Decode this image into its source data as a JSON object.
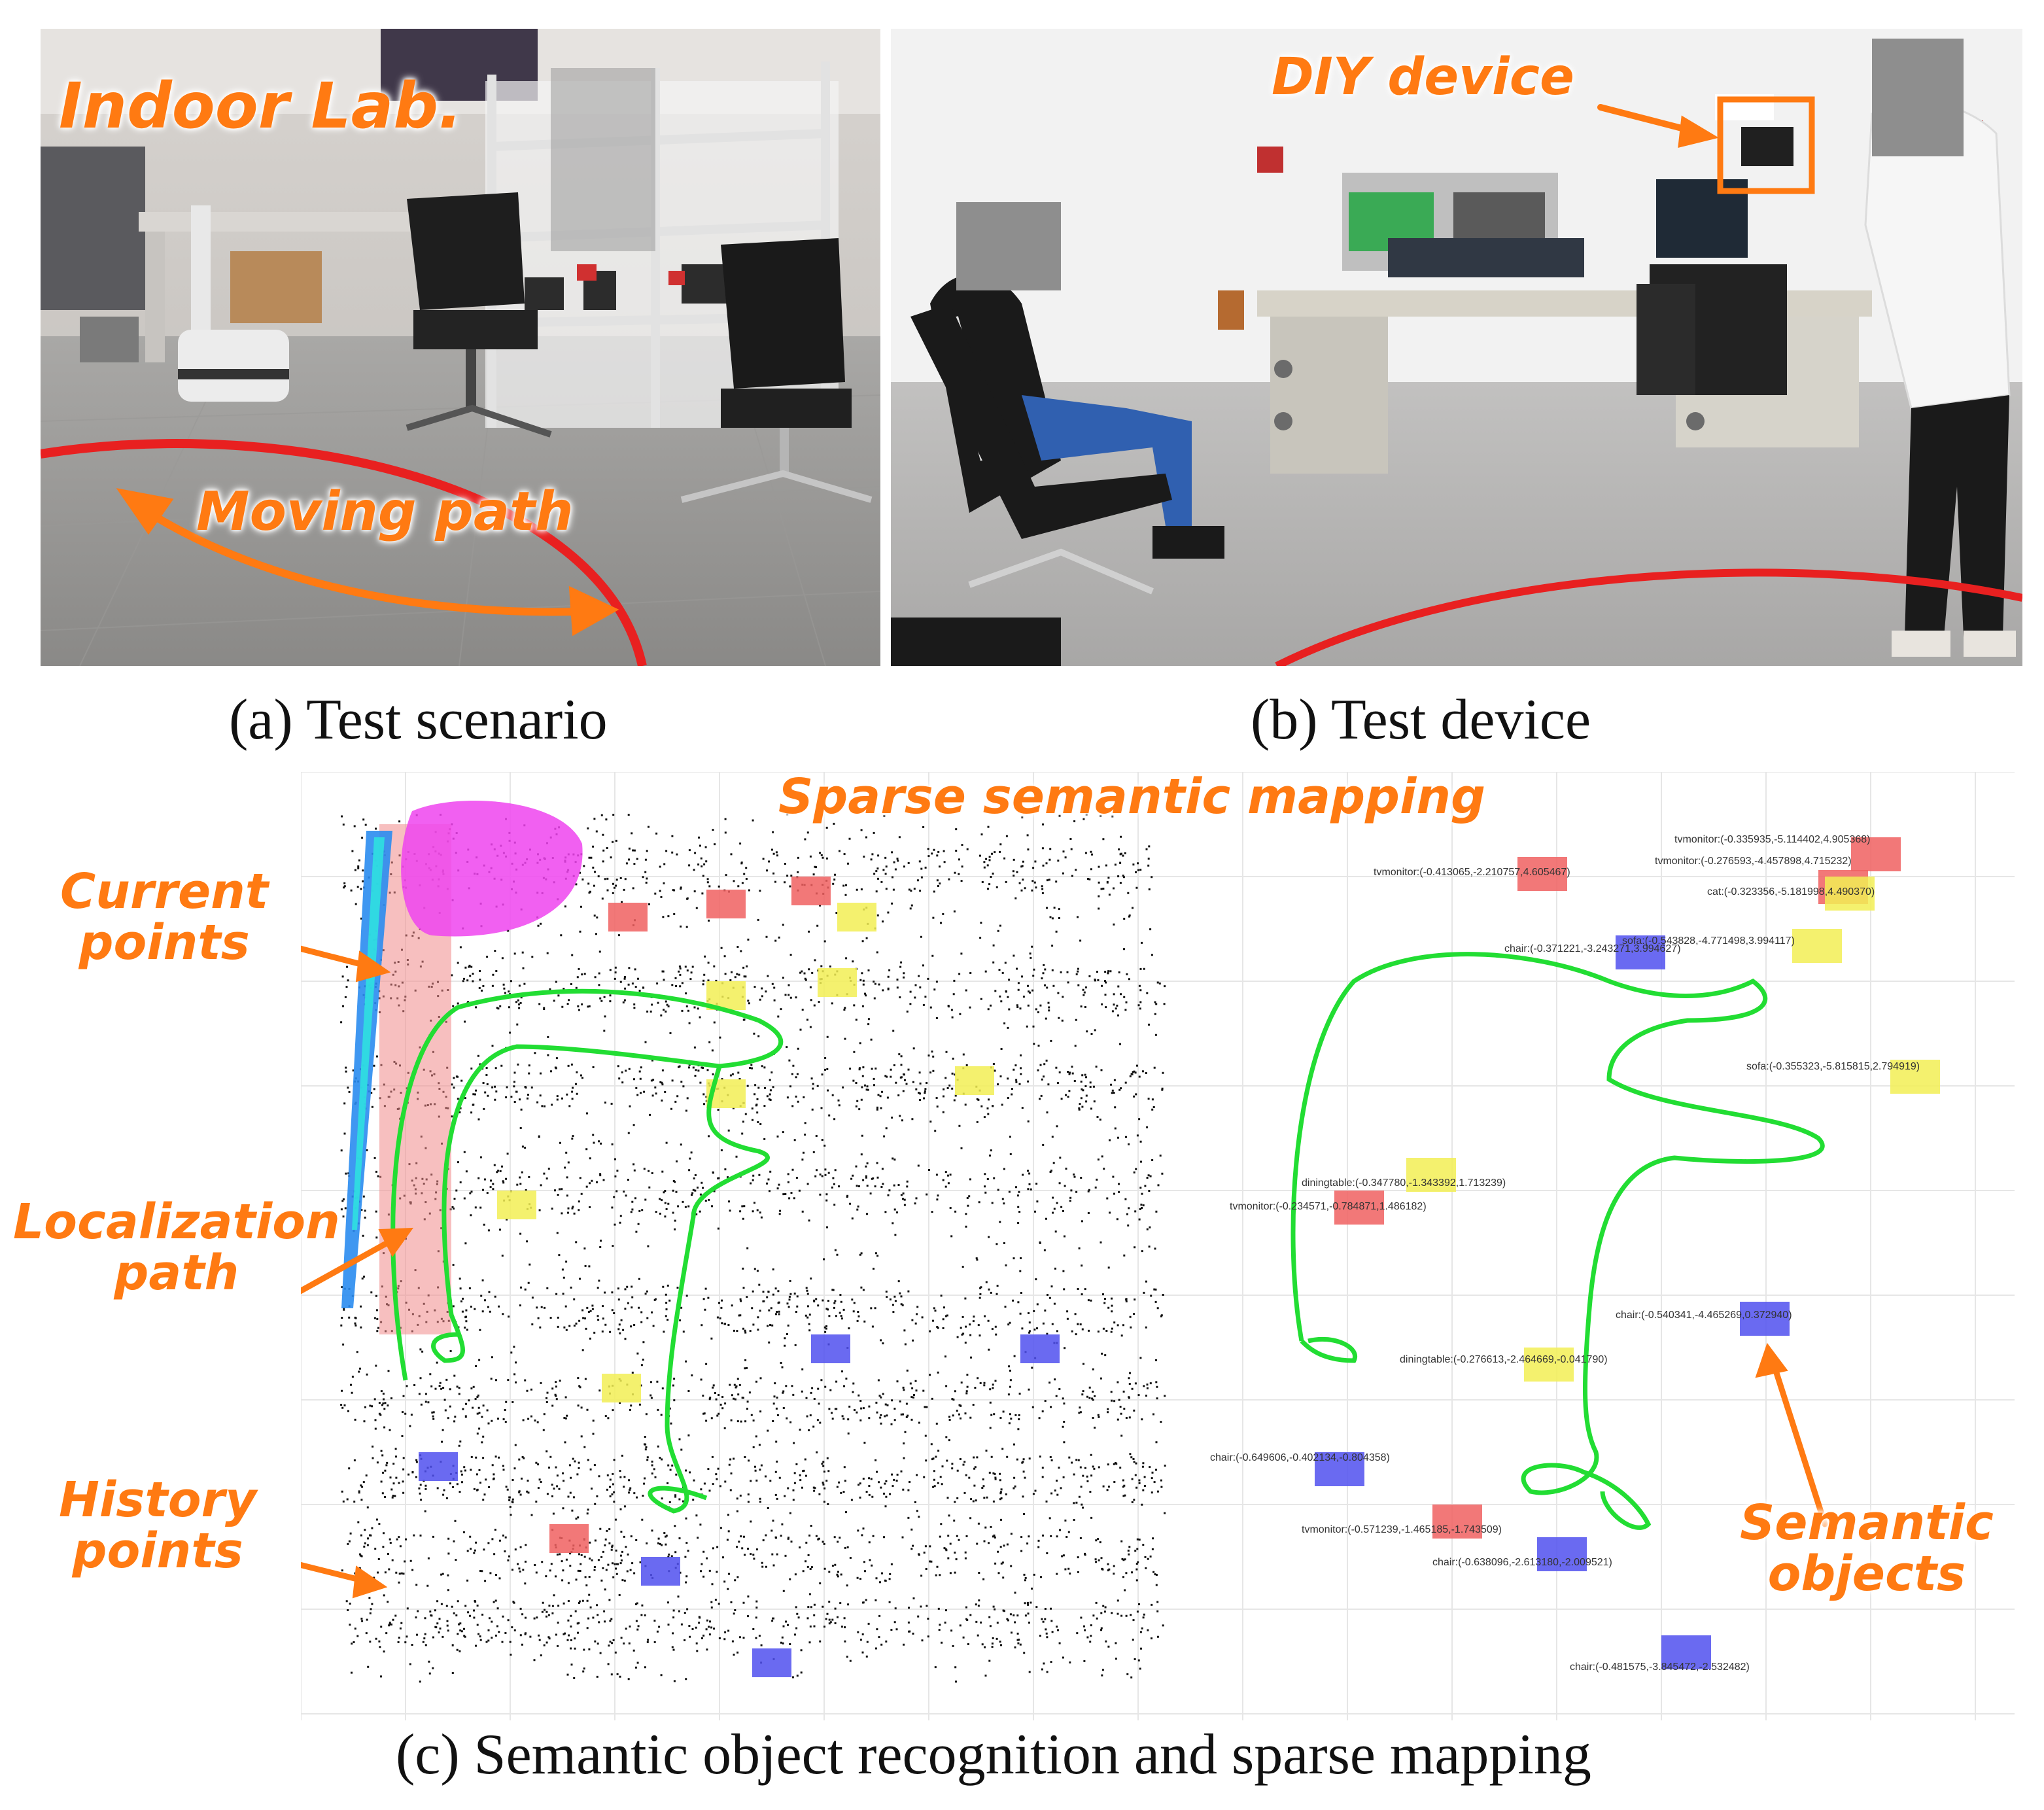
{
  "panel_a": {
    "caption": "(a) Test scenario",
    "labels": {
      "scene": "Indoor Lab.",
      "path": "Moving path"
    }
  },
  "panel_b": {
    "caption": "(b) Test device",
    "labels": {
      "device": "DIY device"
    }
  },
  "panel_c": {
    "caption": "(c) Semantic object recognition and sparse mapping",
    "title": "Sparse semantic mapping",
    "labels": {
      "current_line1": "Current",
      "current_line2": "points",
      "localization_line1": "Localization",
      "localization_line2": "path",
      "history_line1": "History",
      "history_line2": "points",
      "semantic_line1": "Semantic",
      "semantic_line2": "objects"
    },
    "object_labels": [
      "tvmonitor:(-0.335935,-5.114402,4.905368)",
      "tvmonitor:(-0.413065,-2.210757,4.605467)",
      "tvmonitor:(-0.276593,-4.457898,4.715232)",
      "cat:(-0.323356,-5.181998,4.490370)",
      "sofa:(-0.543828,-4.771498,3.994117)",
      "chair:(-0.371221,-3.243271,3.994627)",
      "sofa:(-0.355323,-5.815815,2.794919)",
      "diningtable:(-0.347780,-1.343392,1.713239)",
      "tvmonitor:(-0.234571,-0.784871,1.486182)",
      "chair:(-0.540341,-4.465269,0.372940)",
      "diningtable:(-0.276613,-2.464669,-0.041790)",
      "chair:(-0.649606,-0.402134,-0.804358)",
      "tvmonitor:(-0.571239,-1.465185,-1.743509)",
      "chair:(-0.638096,-2.613180,-2.009521)",
      "chair:(-0.481575,-3.845472,-2.532482)"
    ]
  },
  "colors": {
    "annotation": "#ff7a12",
    "path_green": "#22dd33",
    "object_red": "#f06060",
    "object_yellow": "#f2ee55",
    "object_blue": "#5050ee",
    "route_red": "#e82020"
  }
}
